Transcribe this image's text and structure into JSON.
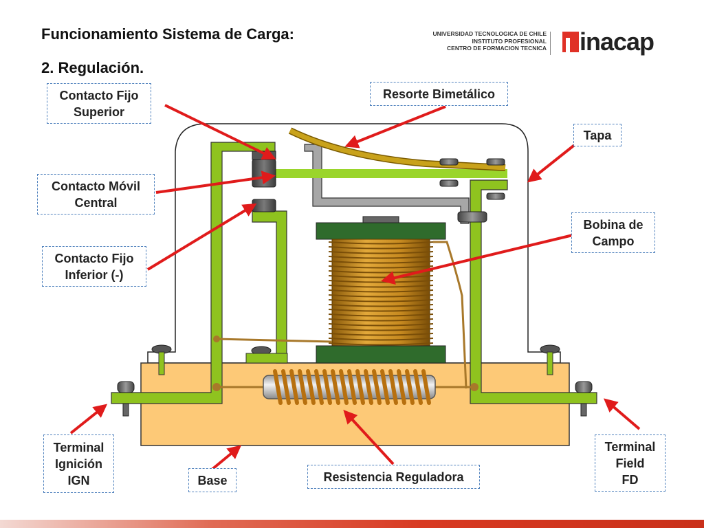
{
  "title": {
    "line1": "Funcionamiento Sistema de Carga:",
    "line2": "2. Regulación."
  },
  "institution": {
    "lines": [
      "UNIVERSIDAD TECNOLOGICA DE CHILE",
      "INSTITUTO PROFESIONAL",
      "CENTRO DE FORMACION TECNICA"
    ],
    "logo_text": "inacap"
  },
  "labels": {
    "contacto_fijo_superior": "Contacto Fijo\nSuperior",
    "resorte_bimetalico": "Resorte Bimetálico",
    "tapa": "Tapa",
    "contacto_movil_central": "Contacto Móvil\nCentral",
    "bobina_de_campo": "Bobina de\nCampo",
    "contacto_fijo_inferior": "Contacto Fijo\nInferior  (-)",
    "terminal_ignicion": "Terminal\nIgnición\nIGN",
    "base": "Base",
    "resistencia_reguladora": "Resistencia Reguladora",
    "terminal_field": "Terminal\nField\nFD"
  },
  "colors": {
    "green": "#8fc31f",
    "base": "#fdc977",
    "arrow": "#e01b1b",
    "label_border": "#4f81bd",
    "coil": "#c98a1a",
    "footer": "#d83a22"
  }
}
